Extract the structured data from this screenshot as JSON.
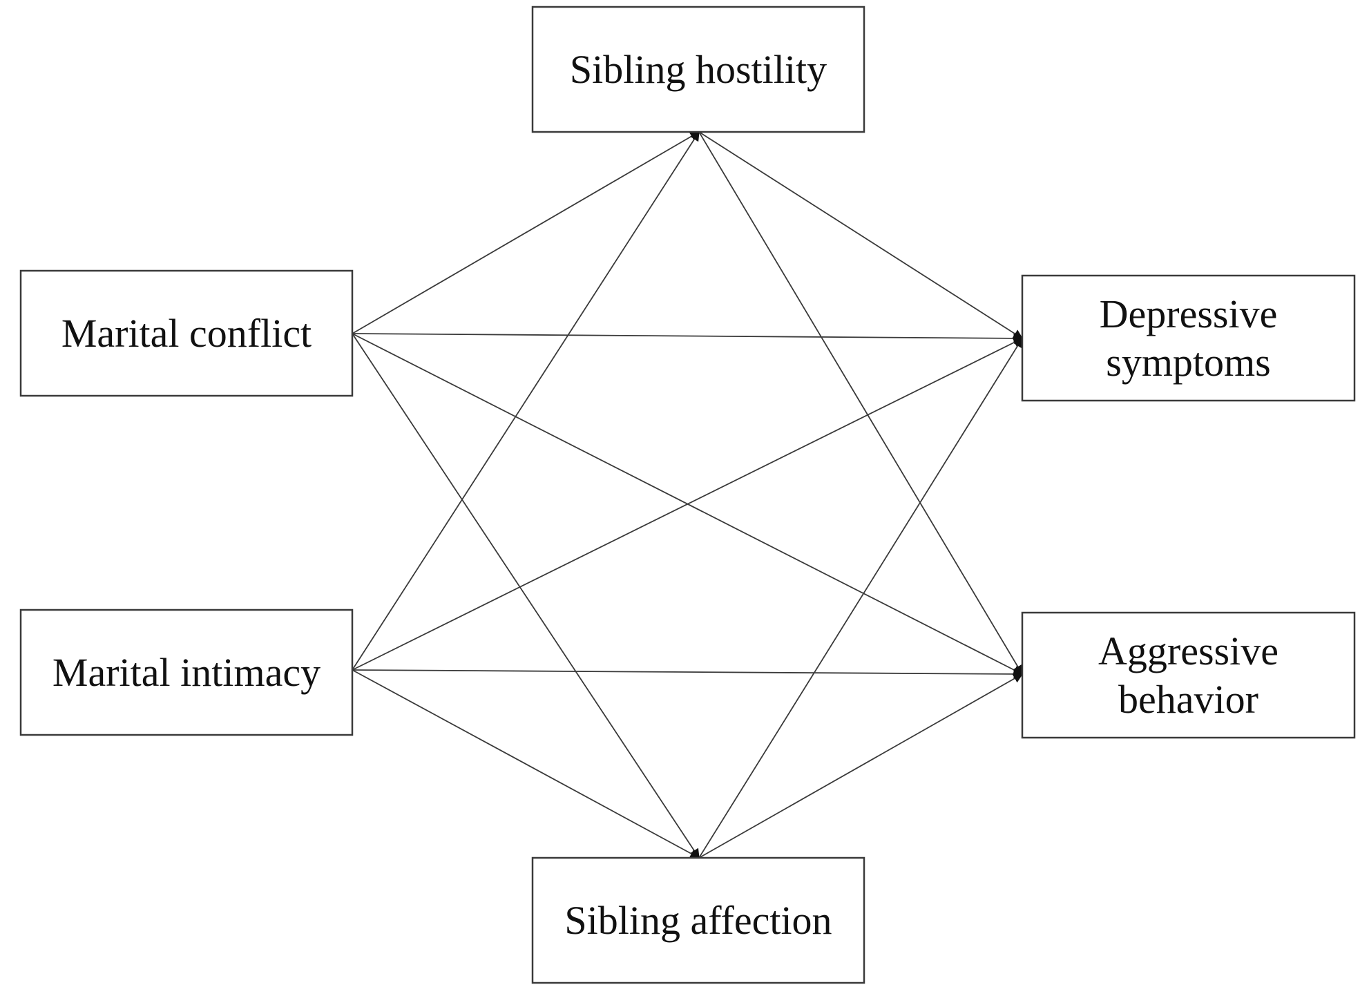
{
  "diagram": {
    "nodes": [
      {
        "id": "sibling_hostility",
        "lines": [
          "Sibling hostility"
        ]
      },
      {
        "id": "marital_conflict",
        "lines": [
          "Marital conflict"
        ]
      },
      {
        "id": "depressive_symptoms",
        "lines": [
          "Depressive",
          "symptoms"
        ]
      },
      {
        "id": "marital_intimacy",
        "lines": [
          "Marital intimacy"
        ]
      },
      {
        "id": "aggressive_behavior",
        "lines": [
          "Aggressive",
          "behavior"
        ]
      },
      {
        "id": "sibling_affection",
        "lines": [
          "Sibling affection"
        ]
      }
    ],
    "edges": [
      {
        "from": "marital_conflict",
        "to": "sibling_hostility"
      },
      {
        "from": "marital_conflict",
        "to": "depressive_symptoms"
      },
      {
        "from": "marital_conflict",
        "to": "aggressive_behavior"
      },
      {
        "from": "marital_conflict",
        "to": "sibling_affection"
      },
      {
        "from": "marital_intimacy",
        "to": "sibling_hostility"
      },
      {
        "from": "marital_intimacy",
        "to": "depressive_symptoms"
      },
      {
        "from": "marital_intimacy",
        "to": "aggressive_behavior"
      },
      {
        "from": "marital_intimacy",
        "to": "sibling_affection"
      },
      {
        "from": "sibling_hostility",
        "to": "depressive_symptoms"
      },
      {
        "from": "sibling_hostility",
        "to": "aggressive_behavior"
      },
      {
        "from": "sibling_affection",
        "to": "depressive_symptoms"
      },
      {
        "from": "sibling_affection",
        "to": "aggressive_behavior"
      }
    ]
  }
}
